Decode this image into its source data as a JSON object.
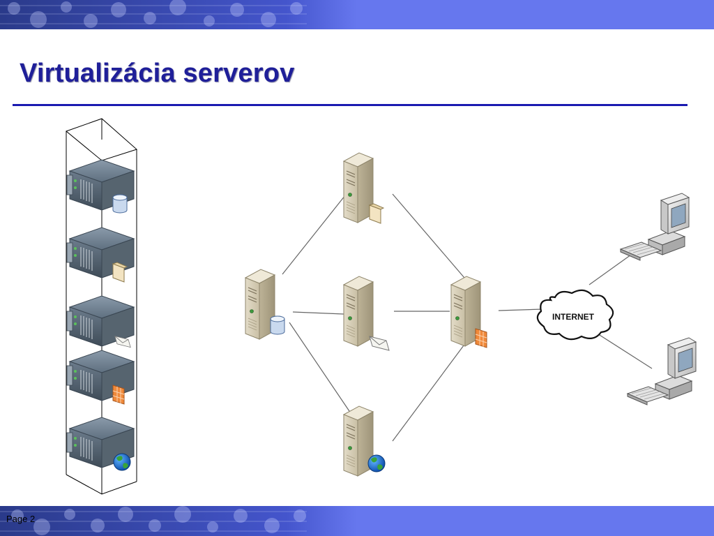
{
  "slide": {
    "title": "Virtualizácia serverov",
    "page_label": "Page 2"
  },
  "diagram": {
    "cloud_label": "INTERNET",
    "rack_servers": [
      {
        "id": "rack-db",
        "badge": "database-icon"
      },
      {
        "id": "rack-file",
        "badge": "folder-icon"
      },
      {
        "id": "rack-mail",
        "badge": "mail-icon"
      },
      {
        "id": "rack-firewall",
        "badge": "firewall-icon"
      },
      {
        "id": "rack-web",
        "badge": "globe-icon"
      }
    ],
    "network_servers": [
      {
        "id": "file-server",
        "badge": "folder-icon"
      },
      {
        "id": "database-server",
        "badge": "database-icon"
      },
      {
        "id": "mail-server",
        "badge": "mail-icon"
      },
      {
        "id": "firewall-server",
        "badge": "firewall-icon"
      },
      {
        "id": "web-server",
        "badge": "globe-icon"
      }
    ],
    "clients": [
      {
        "id": "client-workstation-1",
        "icon": "workstation-icon"
      },
      {
        "id": "client-workstation-2",
        "icon": "workstation-icon"
      }
    ],
    "colors": {
      "header_band": "#6677ee",
      "title": "#1f1f99",
      "rule": "#1a1ab0"
    }
  }
}
